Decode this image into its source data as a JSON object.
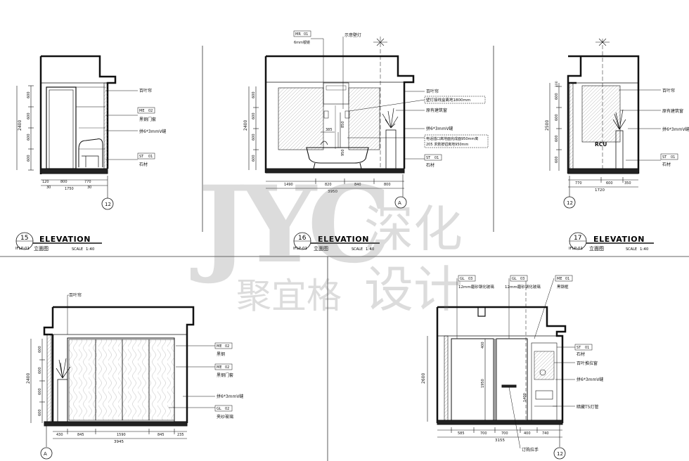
{
  "watermark": {
    "logo_letters": "JYC",
    "name_cn_1": "深化",
    "name_cn_2": "设计",
    "company_cn": "聚宜格"
  },
  "title_blocks": [
    {
      "number": "15",
      "title": "ELEVATION",
      "ref": "IFLP-01",
      "subtitle": "立面图",
      "scale_label": "SCALE",
      "scale": "1:40"
    },
    {
      "number": "16",
      "title": "ELEVATION",
      "ref": "IFLP-01",
      "subtitle": "立面图",
      "scale_label": "SCALE",
      "scale": "1:40"
    },
    {
      "number": "17",
      "title": "ELEVATION",
      "ref": "IFLP-01",
      "subtitle": "立面图",
      "scale_label": "SCALE",
      "scale": "1:40"
    }
  ],
  "elevation_15": {
    "labels": [
      "百叶帘",
      "黑钢门套",
      "拼6*3mmV缝",
      "石材"
    ],
    "tags": [
      {
        "code": "ME",
        "num": "02"
      },
      {
        "code": "ST",
        "num": "01"
      }
    ],
    "height_total": "2400",
    "heights": [
      "600",
      "600",
      "600",
      "600"
    ],
    "widths_top": [
      "120",
      "800",
      "770"
    ],
    "widths_bottom": [
      "30",
      "1750",
      "30"
    ],
    "axis": "12"
  },
  "elevation_16": {
    "labels": [
      "6mm银镜",
      "示意壁灯",
      "百叶帘",
      "壁灯接线盒离地1800mm",
      "原有建筑窗",
      "拼6*3mmV缝",
      "电话插口离地面完成面950mm离",
      "205 求救按钮离地950mm",
      "石材"
    ],
    "tags": [
      {
        "code": "MR",
        "num": "01"
      },
      {
        "code": "ST",
        "num": "01"
      }
    ],
    "height_total": "2400",
    "heights": [
      "600",
      "600",
      "600",
      "600"
    ],
    "dims_inner": [
      "850",
      "385",
      "950"
    ],
    "widths": [
      "1490",
      "820",
      "840",
      "800"
    ],
    "total_width": "3950",
    "axis": "A"
  },
  "elevation_17": {
    "labels": [
      "百叶帘",
      "原有建筑窗",
      "拼6*3mmV缝",
      "石材",
      "RCU"
    ],
    "tags": [
      {
        "code": "ST",
        "num": "01"
      }
    ],
    "height_total": "2500",
    "heights": [
      "100",
      "600",
      "600",
      "600",
      "600"
    ],
    "widths": [
      "770",
      "600",
      "350"
    ],
    "total_width": "1720",
    "axis": "12"
  },
  "elevation_bl": {
    "labels": [
      "百叶帘",
      "黑钢",
      "黑钢门套",
      "拼6*3mmV缝",
      "夹纱玻璃"
    ],
    "tags": [
      {
        "code": "ME",
        "num": "02"
      },
      {
        "code": "ME",
        "num": "02"
      },
      {
        "code": "GL",
        "num": "02"
      }
    ],
    "height_total": "2400",
    "heights": [
      "600",
      "600",
      "600",
      "600"
    ],
    "widths": [
      "430",
      "845",
      "1590",
      "845",
      "235"
    ],
    "total_width": "3945",
    "axis": "A"
  },
  "elevation_br": {
    "labels": [
      "12mm磨砂钢化玻璃",
      "12mm磨砂钢化玻璃",
      "黑钢框",
      "石材",
      "百叶推拉窗",
      "拼6*3mmV缝",
      "暗藏T5灯管",
      "订购拉手"
    ],
    "tags": [
      {
        "code": "GL",
        "num": "03"
      },
      {
        "code": "GL",
        "num": "03"
      },
      {
        "code": "ME",
        "num": "01"
      },
      {
        "code": "ST",
        "num": "01"
      }
    ],
    "height_total": "2600",
    "dims_inner": [
      "400",
      "1950",
      "1400"
    ],
    "widths": [
      "585",
      "700",
      "700",
      "400",
      "740"
    ],
    "total_width": "3155",
    "axis": "12"
  }
}
